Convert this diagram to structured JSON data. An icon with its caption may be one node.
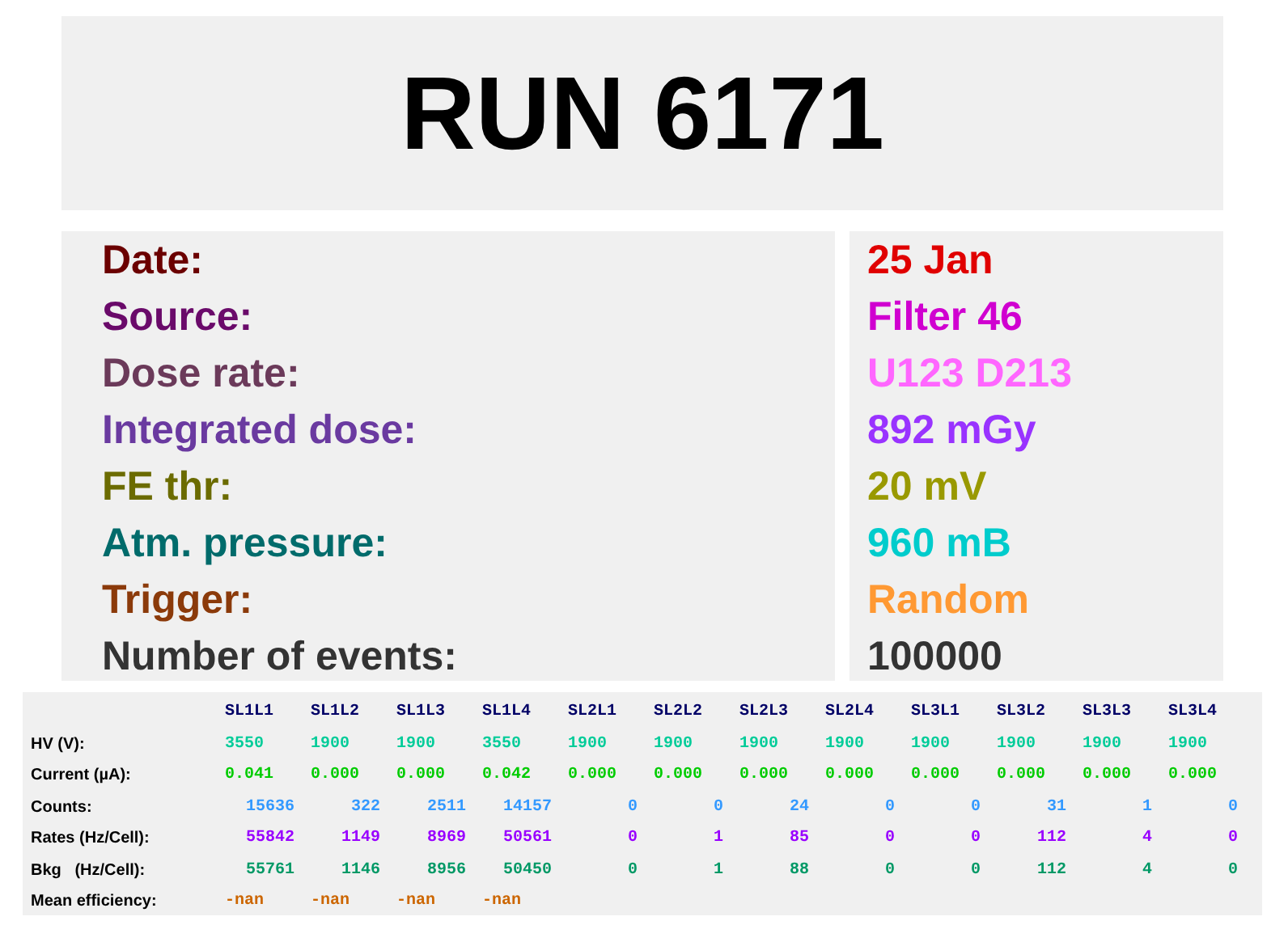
{
  "diagram": {
    "title": "RUN 6171",
    "labels": [
      "Date:",
      "25 Jan",
      "Source:",
      "Filter 46",
      "Dose rate:",
      "U123 D213",
      "Integrated dose:",
      "892 mGy",
      "FE thr:",
      "20 mV",
      "Atm. pressure:",
      "960 mB",
      "Trigger:",
      "Random",
      "Number of events:",
      "100000",
      "SL1L1",
      "SL1L2",
      "SL1L3",
      "SL1L4",
      "SL2L1",
      "SL2L2",
      "SL2L3",
      "SL2L4",
      "SL3L1",
      "SL3L2",
      "SL3L3",
      "SL3L4",
      "HV (V):",
      "3550",
      "1900",
      "1900",
      "3550",
      "1900",
      "1900",
      "1900",
      "1900",
      "1900",
      "1900",
      "1900",
      "1900",
      "Current (µA):",
      "0.041",
      "0.000",
      "0.000",
      "0.042",
      "0.000",
      "0.000",
      "0.000",
      "0.000",
      "0.000",
      "0.000",
      "0.000",
      "0.000",
      "Counts:",
      "15636",
      "322",
      "2511",
      "14157",
      "0",
      "0",
      "24",
      "0",
      "0",
      "31",
      "1",
      "0",
      "Rates (Hz/Cell):",
      "55842",
      "1149",
      "8969",
      "50561",
      "0",
      "1",
      "85",
      "0",
      "0",
      "112",
      "4",
      "0",
      "Bkg   (Hz/Cell):",
      "55761",
      "1146",
      "8956",
      "50450",
      "0",
      "1",
      "88",
      "0",
      "0",
      "112",
      "4",
      "0",
      "Mean efficiency:",
      "-nan",
      "-nan",
      "-nan",
      "-nan"
    ]
  }
}
